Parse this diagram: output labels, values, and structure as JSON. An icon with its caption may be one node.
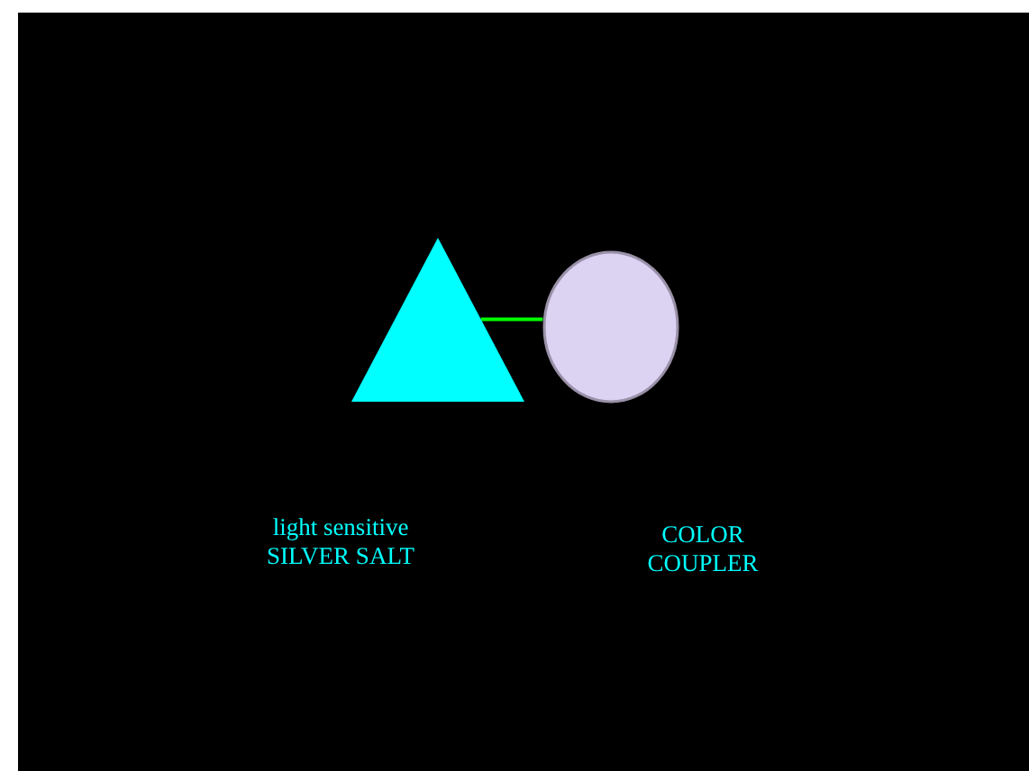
{
  "diagram": {
    "nodes": [
      {
        "text": [],
        "shape": "triangle"
      },
      {
        "text": [],
        "shape": "circle"
      }
    ],
    "edges": [
      {
        "from": 0,
        "to": 1,
        "arrow": "none"
      }
    ],
    "labels": [
      "light sensitive SILVER SALT",
      "COLOR COUPLER"
    ]
  }
}
